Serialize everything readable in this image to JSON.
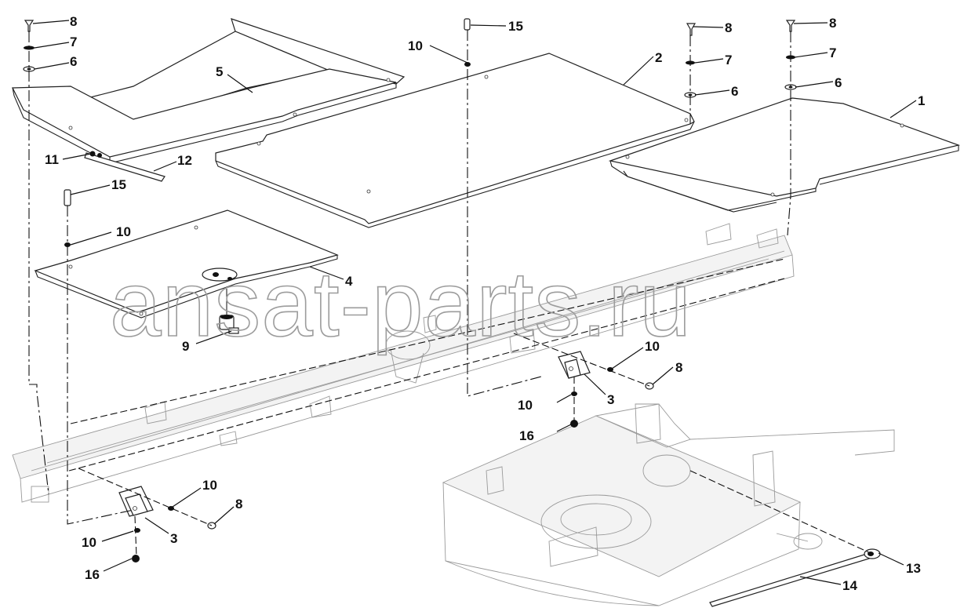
{
  "watermark": "ansat-parts.ru",
  "callouts": [
    {
      "label": "8",
      "name": "callout-8-top-left"
    },
    {
      "label": "7",
      "name": "callout-7-top-left"
    },
    {
      "label": "6",
      "name": "callout-6-top-left"
    },
    {
      "label": "5",
      "name": "callout-5"
    },
    {
      "label": "11",
      "name": "callout-11"
    },
    {
      "label": "12",
      "name": "callout-12"
    },
    {
      "label": "15",
      "name": "callout-15-left"
    },
    {
      "label": "10",
      "name": "callout-10-left-panel"
    },
    {
      "label": "4",
      "name": "callout-4"
    },
    {
      "label": "9",
      "name": "callout-9"
    },
    {
      "label": "10",
      "name": "callout-10-top-center"
    },
    {
      "label": "15",
      "name": "callout-15-top-center"
    },
    {
      "label": "2",
      "name": "callout-2"
    },
    {
      "label": "8",
      "name": "callout-8-top-mid"
    },
    {
      "label": "7",
      "name": "callout-7-top-mid"
    },
    {
      "label": "6",
      "name": "callout-6-top-mid"
    },
    {
      "label": "8",
      "name": "callout-8-top-right"
    },
    {
      "label": "7",
      "name": "callout-7-top-right"
    },
    {
      "label": "6",
      "name": "callout-6-top-right"
    },
    {
      "label": "1",
      "name": "callout-1"
    },
    {
      "label": "10",
      "name": "callout-10-hinge-right-a"
    },
    {
      "label": "8",
      "name": "callout-8-hinge-right"
    },
    {
      "label": "3",
      "name": "callout-3-hinge-right"
    },
    {
      "label": "10",
      "name": "callout-10-hinge-right-b"
    },
    {
      "label": "16",
      "name": "callout-16-hinge-right"
    },
    {
      "label": "10",
      "name": "callout-10-hinge-left-a"
    },
    {
      "label": "8",
      "name": "callout-8-hinge-left"
    },
    {
      "label": "10",
      "name": "callout-10-hinge-left-b"
    },
    {
      "label": "3",
      "name": "callout-3-hinge-left"
    },
    {
      "label": "16",
      "name": "callout-16-hinge-left"
    },
    {
      "label": "13",
      "name": "callout-13"
    },
    {
      "label": "14",
      "name": "callout-14"
    }
  ]
}
